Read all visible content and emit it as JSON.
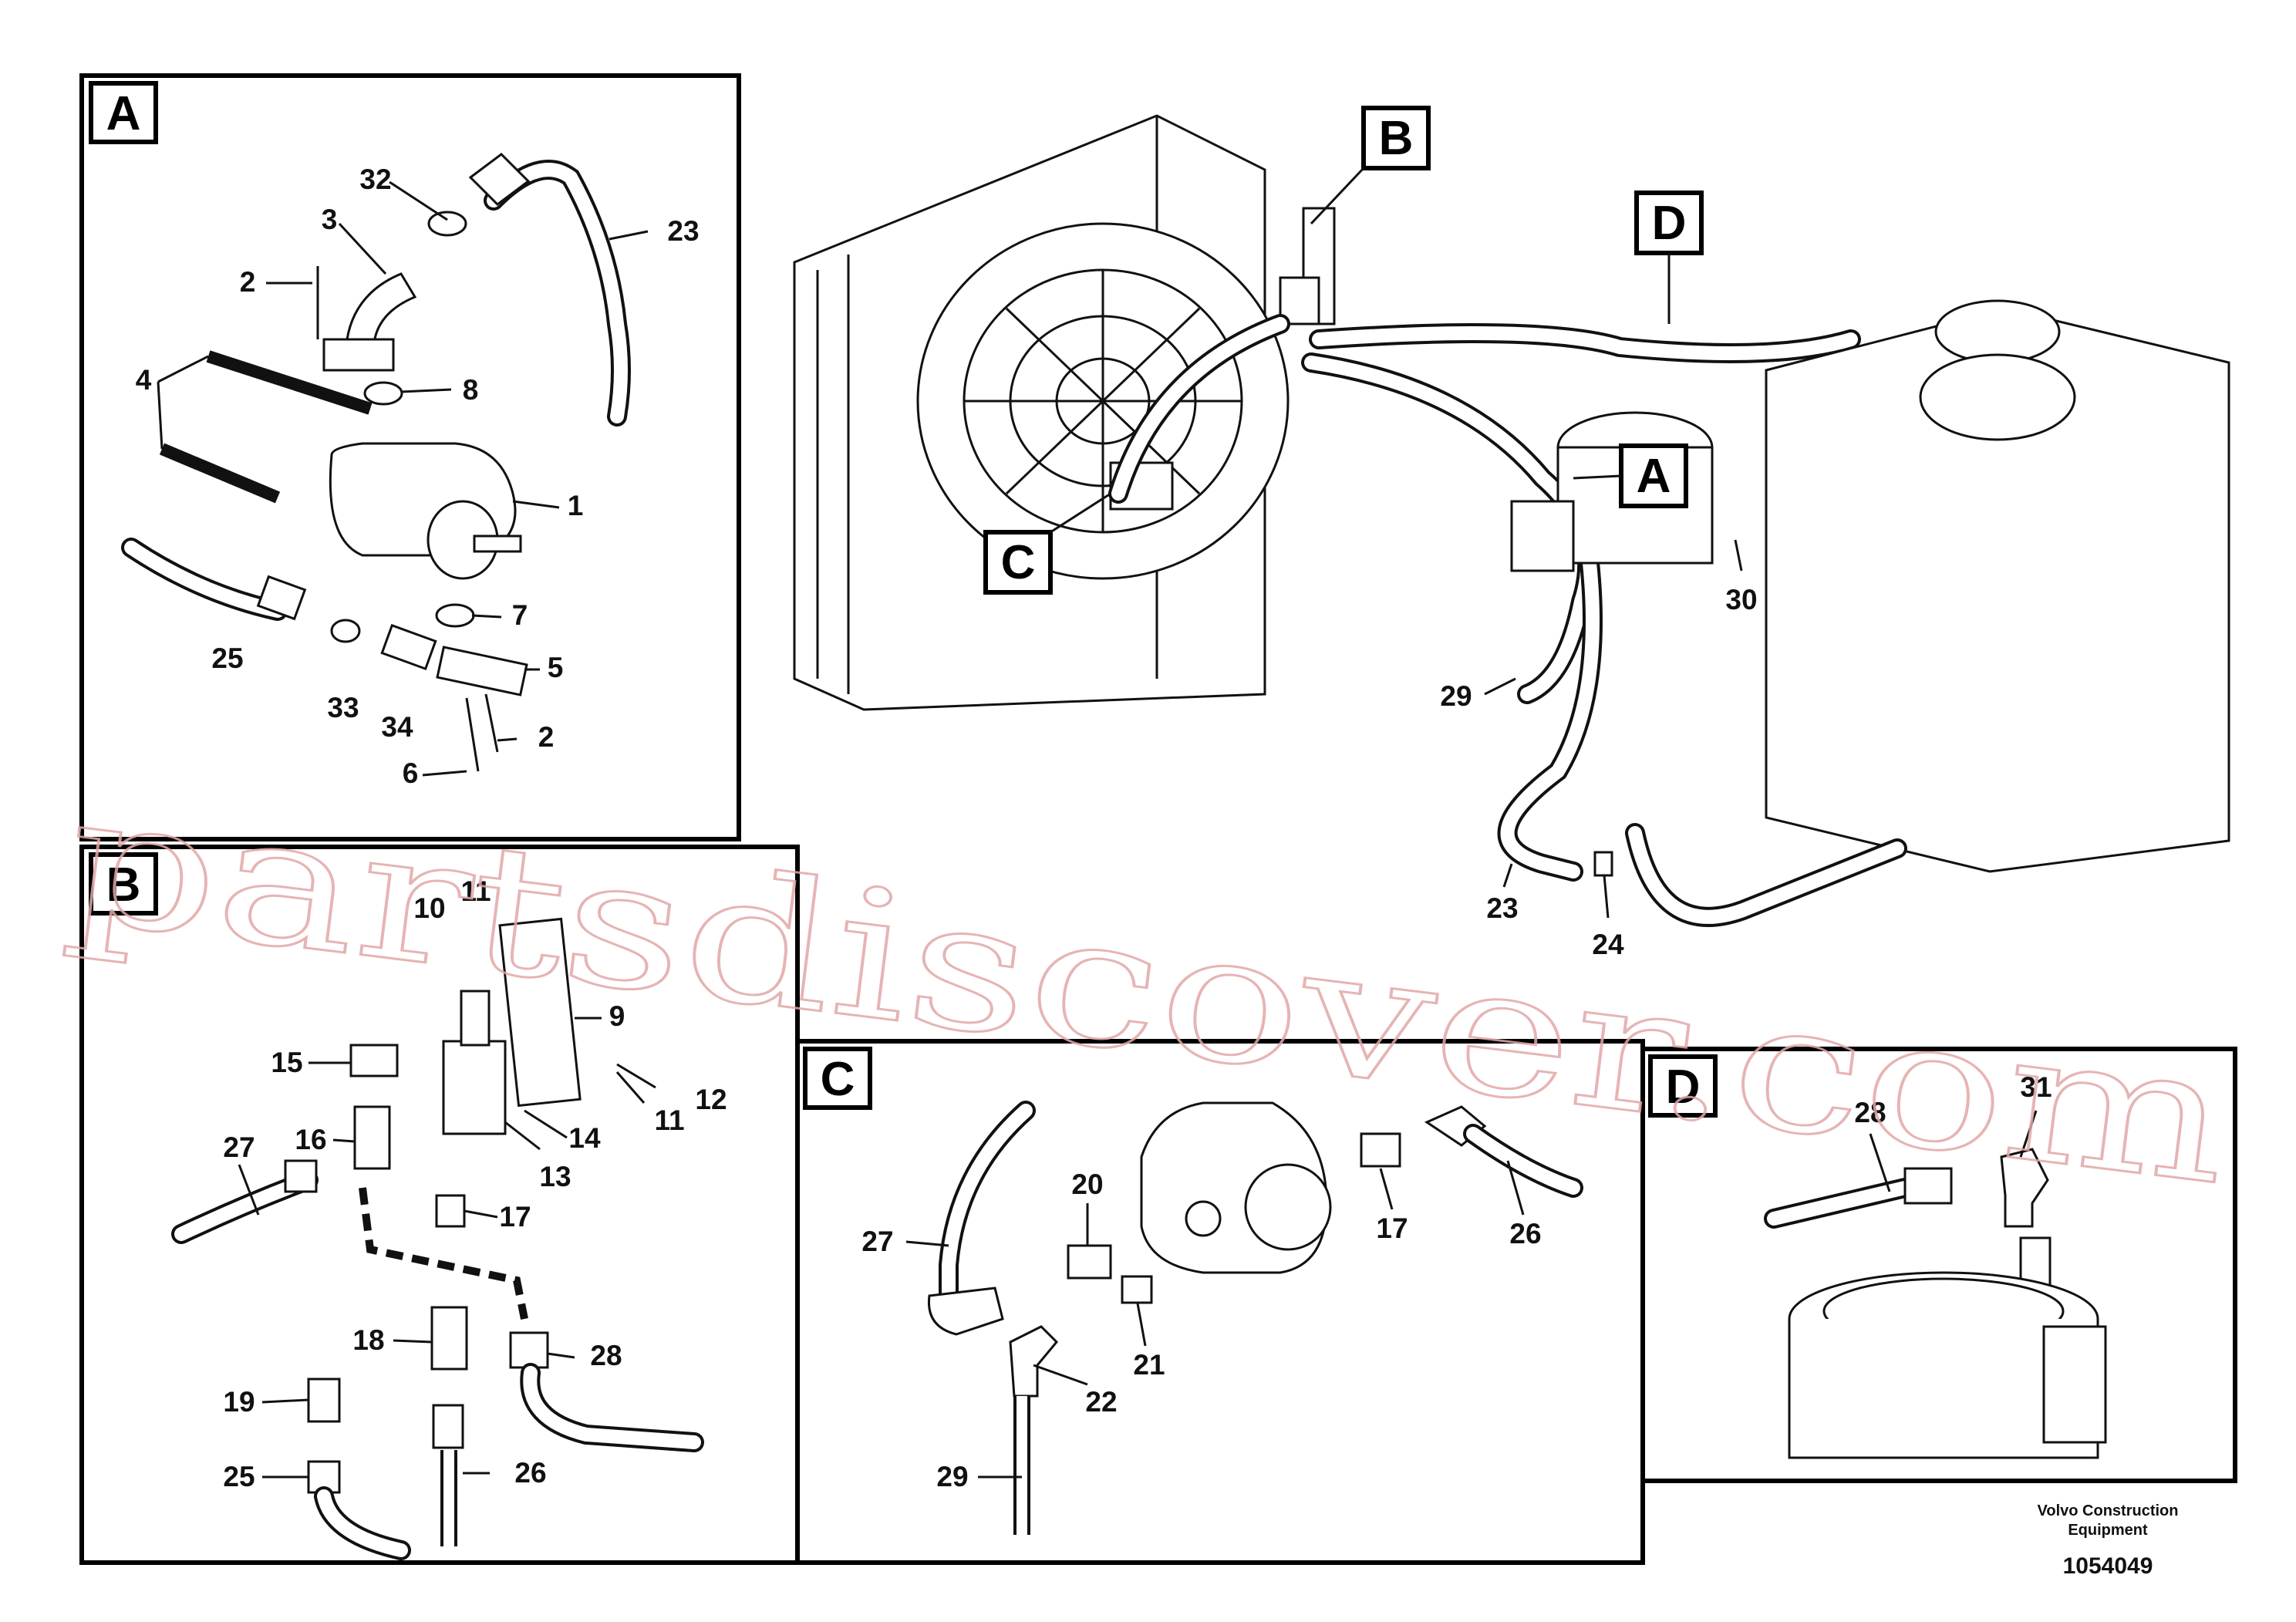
{
  "panels": {
    "A": {
      "letter": "A",
      "callouts": {
        "c32": "32",
        "c3": "3",
        "c2a": "2",
        "c23": "23",
        "c4": "4",
        "c8": "8",
        "c1": "1",
        "c7": "7",
        "c25": "25",
        "c33": "33",
        "c34": "34",
        "c5": "5",
        "c2b": "2",
        "c6": "6"
      }
    },
    "B": {
      "letter": "B",
      "callouts": {
        "c10": "10",
        "c11a": "11",
        "c9": "9",
        "c15": "15",
        "c12": "12",
        "c11b": "11",
        "c27": "27",
        "c16": "16",
        "c14": "14",
        "c13": "13",
        "c17": "17",
        "c18": "18",
        "c28": "28",
        "c19": "19",
        "c25": "25",
        "c26": "26"
      }
    },
    "C": {
      "letter": "C",
      "callouts": {
        "c20": "20",
        "c17": "17",
        "c26": "26",
        "c27": "27",
        "c21": "21",
        "c22": "22",
        "c29": "29"
      }
    },
    "D": {
      "letter": "D",
      "callouts": {
        "c28": "28",
        "c31": "31"
      }
    }
  },
  "overview": {
    "tags": {
      "B": "B",
      "D": "D",
      "A": "A",
      "C": "C"
    },
    "callouts": {
      "c30": "30",
      "c29": "29",
      "c23": "23",
      "c24": "24"
    }
  },
  "footer": {
    "brand_line1": "Volvo Construction",
    "brand_line2": "Equipment",
    "drawing_number": "1054049"
  },
  "watermark": "partsdiscover.com"
}
